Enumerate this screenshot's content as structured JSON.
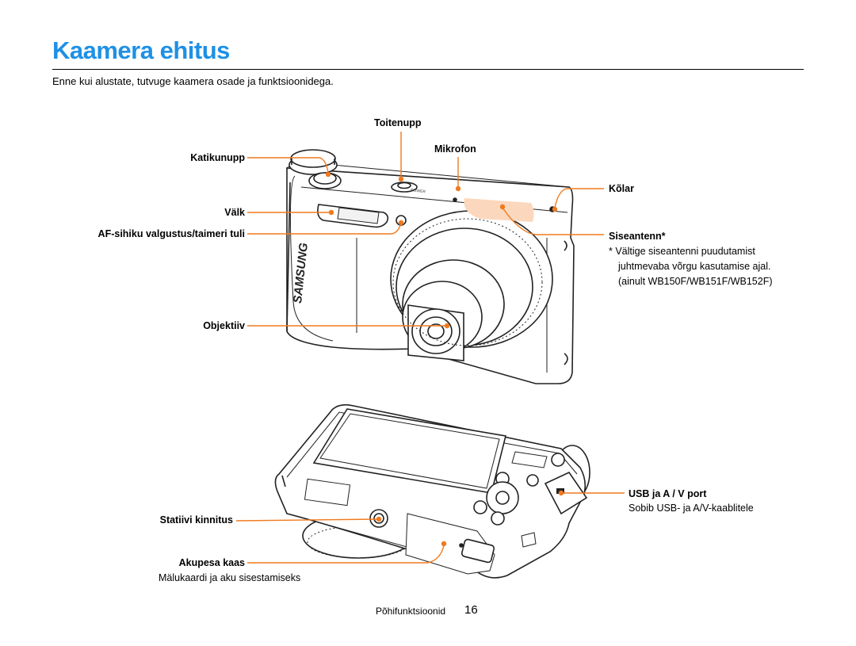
{
  "page": {
    "title": "Kaamera ehitus",
    "intro": "Enne kui alustate, tutvuge kaamera osade ja funktsioonidega.",
    "footer_section": "Põhifunktsioonid",
    "page_number": "16"
  },
  "labels": {
    "power_button": "Toitenupp",
    "microphone": "Mikrofon",
    "shutter_button": "Katikunupp",
    "speaker": "Kõlar",
    "flash": "Välk",
    "af_lamp": "AF-sihiku valgustus/taimeri tuli",
    "antenna": "Siseantenn*",
    "lens": "Objektiiv",
    "usb_port": "USB ja A / V port",
    "tripod_mount": "Statiivi kinnitus",
    "battery_cover": "Akupesa kaas"
  },
  "notes": {
    "antenna_note_1": "* Vältige siseantenni puudutamist",
    "antenna_note_2": "juhtmevaba võrgu kasutamise ajal.",
    "antenna_note_3": "(ainult WB150F/WB151F/WB152F)",
    "usb_note": "Sobib USB- ja A/V-kaablitele",
    "battery_note": "Mälukaardi ja aku sisestamiseks"
  },
  "camera_markings": {
    "brand": "SAMSUNG",
    "power_text": "POWER"
  },
  "colors": {
    "title": "#1e90e6",
    "callout": "#f07a1e",
    "antenna_zone": "#fbd8bd"
  }
}
